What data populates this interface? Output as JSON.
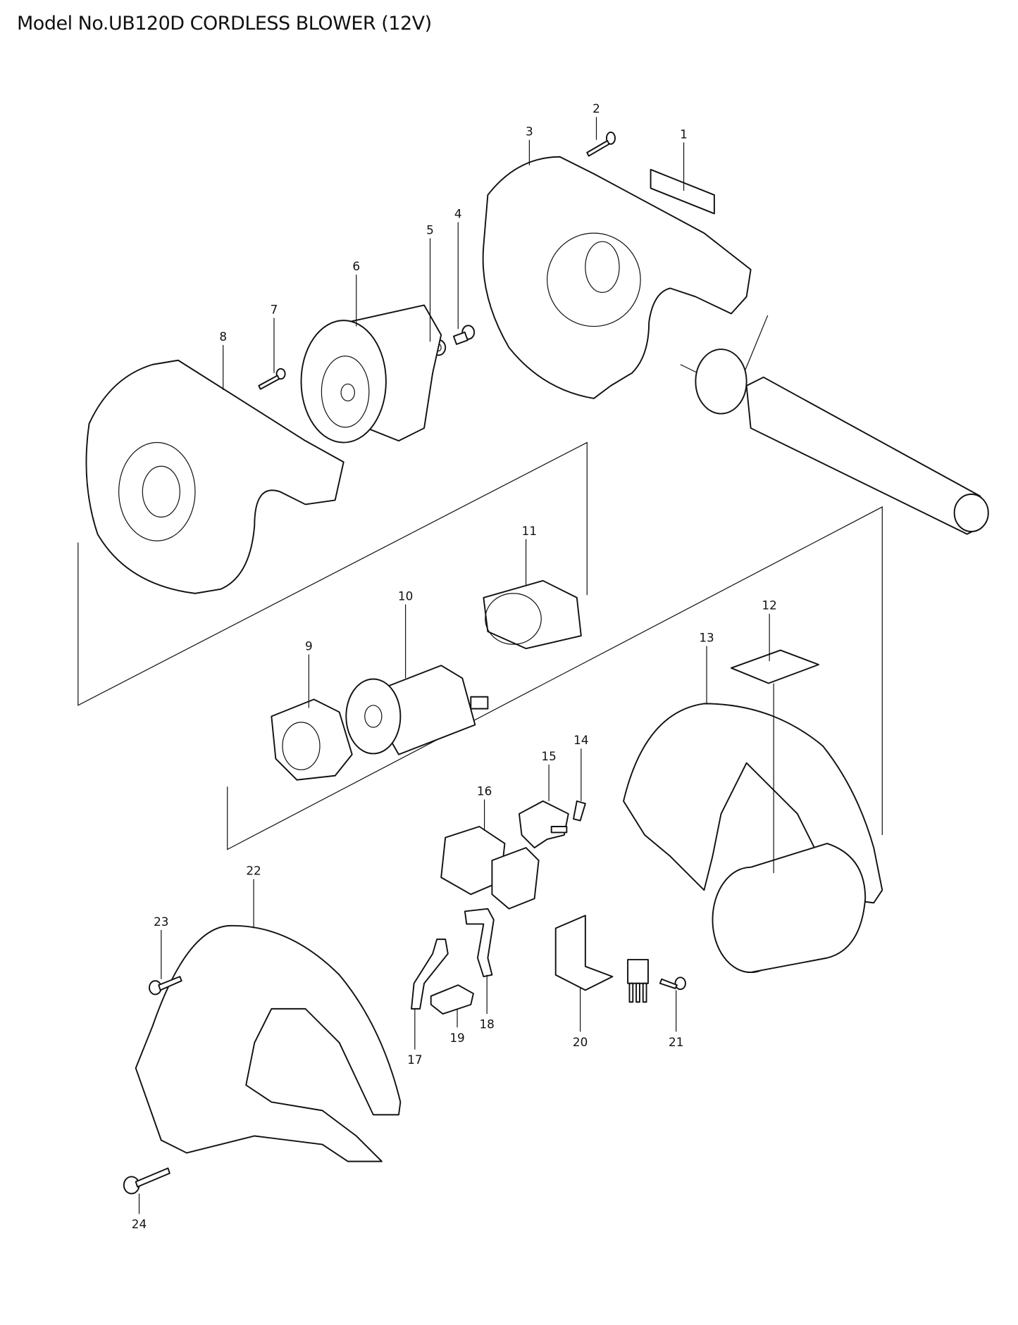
{
  "title": "Model No.UB120D CORDLESS BLOWER (12V)",
  "callouts": [
    "1",
    "2",
    "3",
    "4",
    "5",
    "6",
    "7",
    "8",
    "9",
    "10",
    "11",
    "12",
    "13",
    "14",
    "15",
    "16",
    "17",
    "18",
    "19",
    "20",
    "21",
    "22",
    "23",
    "24"
  ]
}
